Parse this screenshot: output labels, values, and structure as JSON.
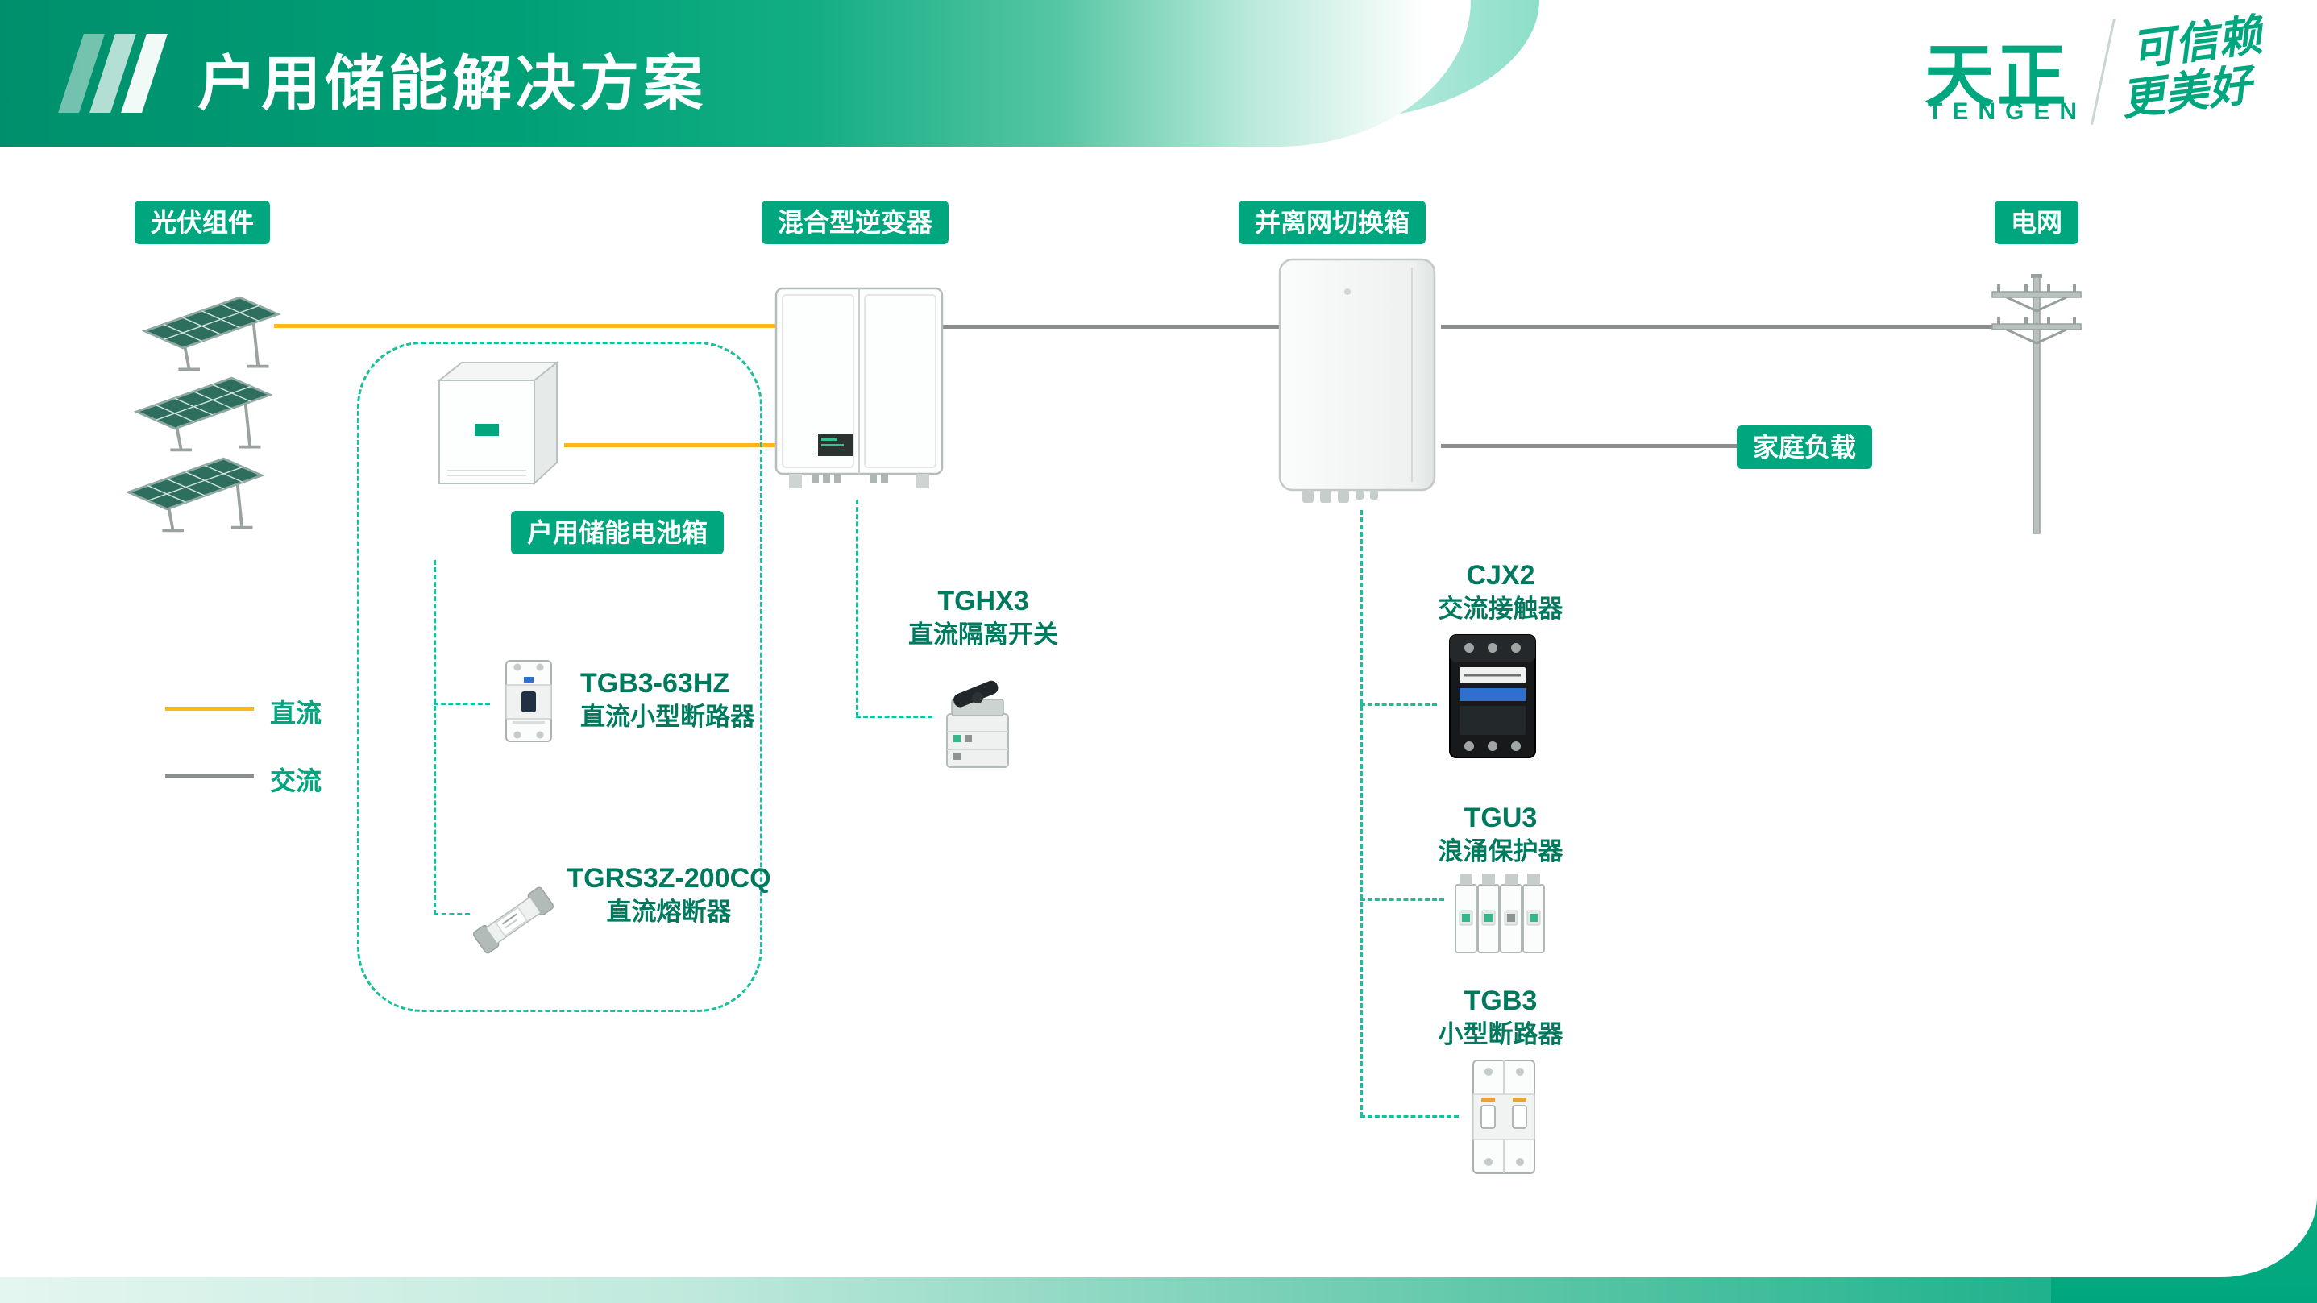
{
  "slide": {
    "title": "户用储能解决方案",
    "logo": {
      "brand": "天正",
      "brand_en": "TENGEN",
      "slogan1": "可信赖",
      "slogan2": "更美好"
    }
  },
  "nodes": {
    "pv": "光伏组件",
    "inverter": "混合型逆变器",
    "switchbox": "并离网切换箱",
    "grid": "电网",
    "home_load": "家庭负载",
    "battery_box": "户用储能电池箱"
  },
  "legend": {
    "dc_label": "直流",
    "ac_label": "交流"
  },
  "components": {
    "dc_breaker": {
      "model": "TGB3-63HZ",
      "name": "直流小型断路器"
    },
    "dc_fuse": {
      "model": "TGRS3Z-200CQ",
      "name": "直流熔断器"
    },
    "dc_isolator": {
      "model": "TGHX3",
      "name": "直流隔离开关"
    },
    "ac_contactor": {
      "model": "CJX2",
      "name": "交流接触器"
    },
    "surge_protector": {
      "model": "TGU3",
      "name": "浪涌保护器"
    },
    "mcb": {
      "model": "TGB3",
      "name": "小型断路器"
    }
  },
  "colors": {
    "brand_green": "#00A77E",
    "dc_line": "#FFB81C",
    "ac_line": "#8A8F8E",
    "dashed_connector": "#17C09A",
    "component_text": "#007A5E"
  }
}
